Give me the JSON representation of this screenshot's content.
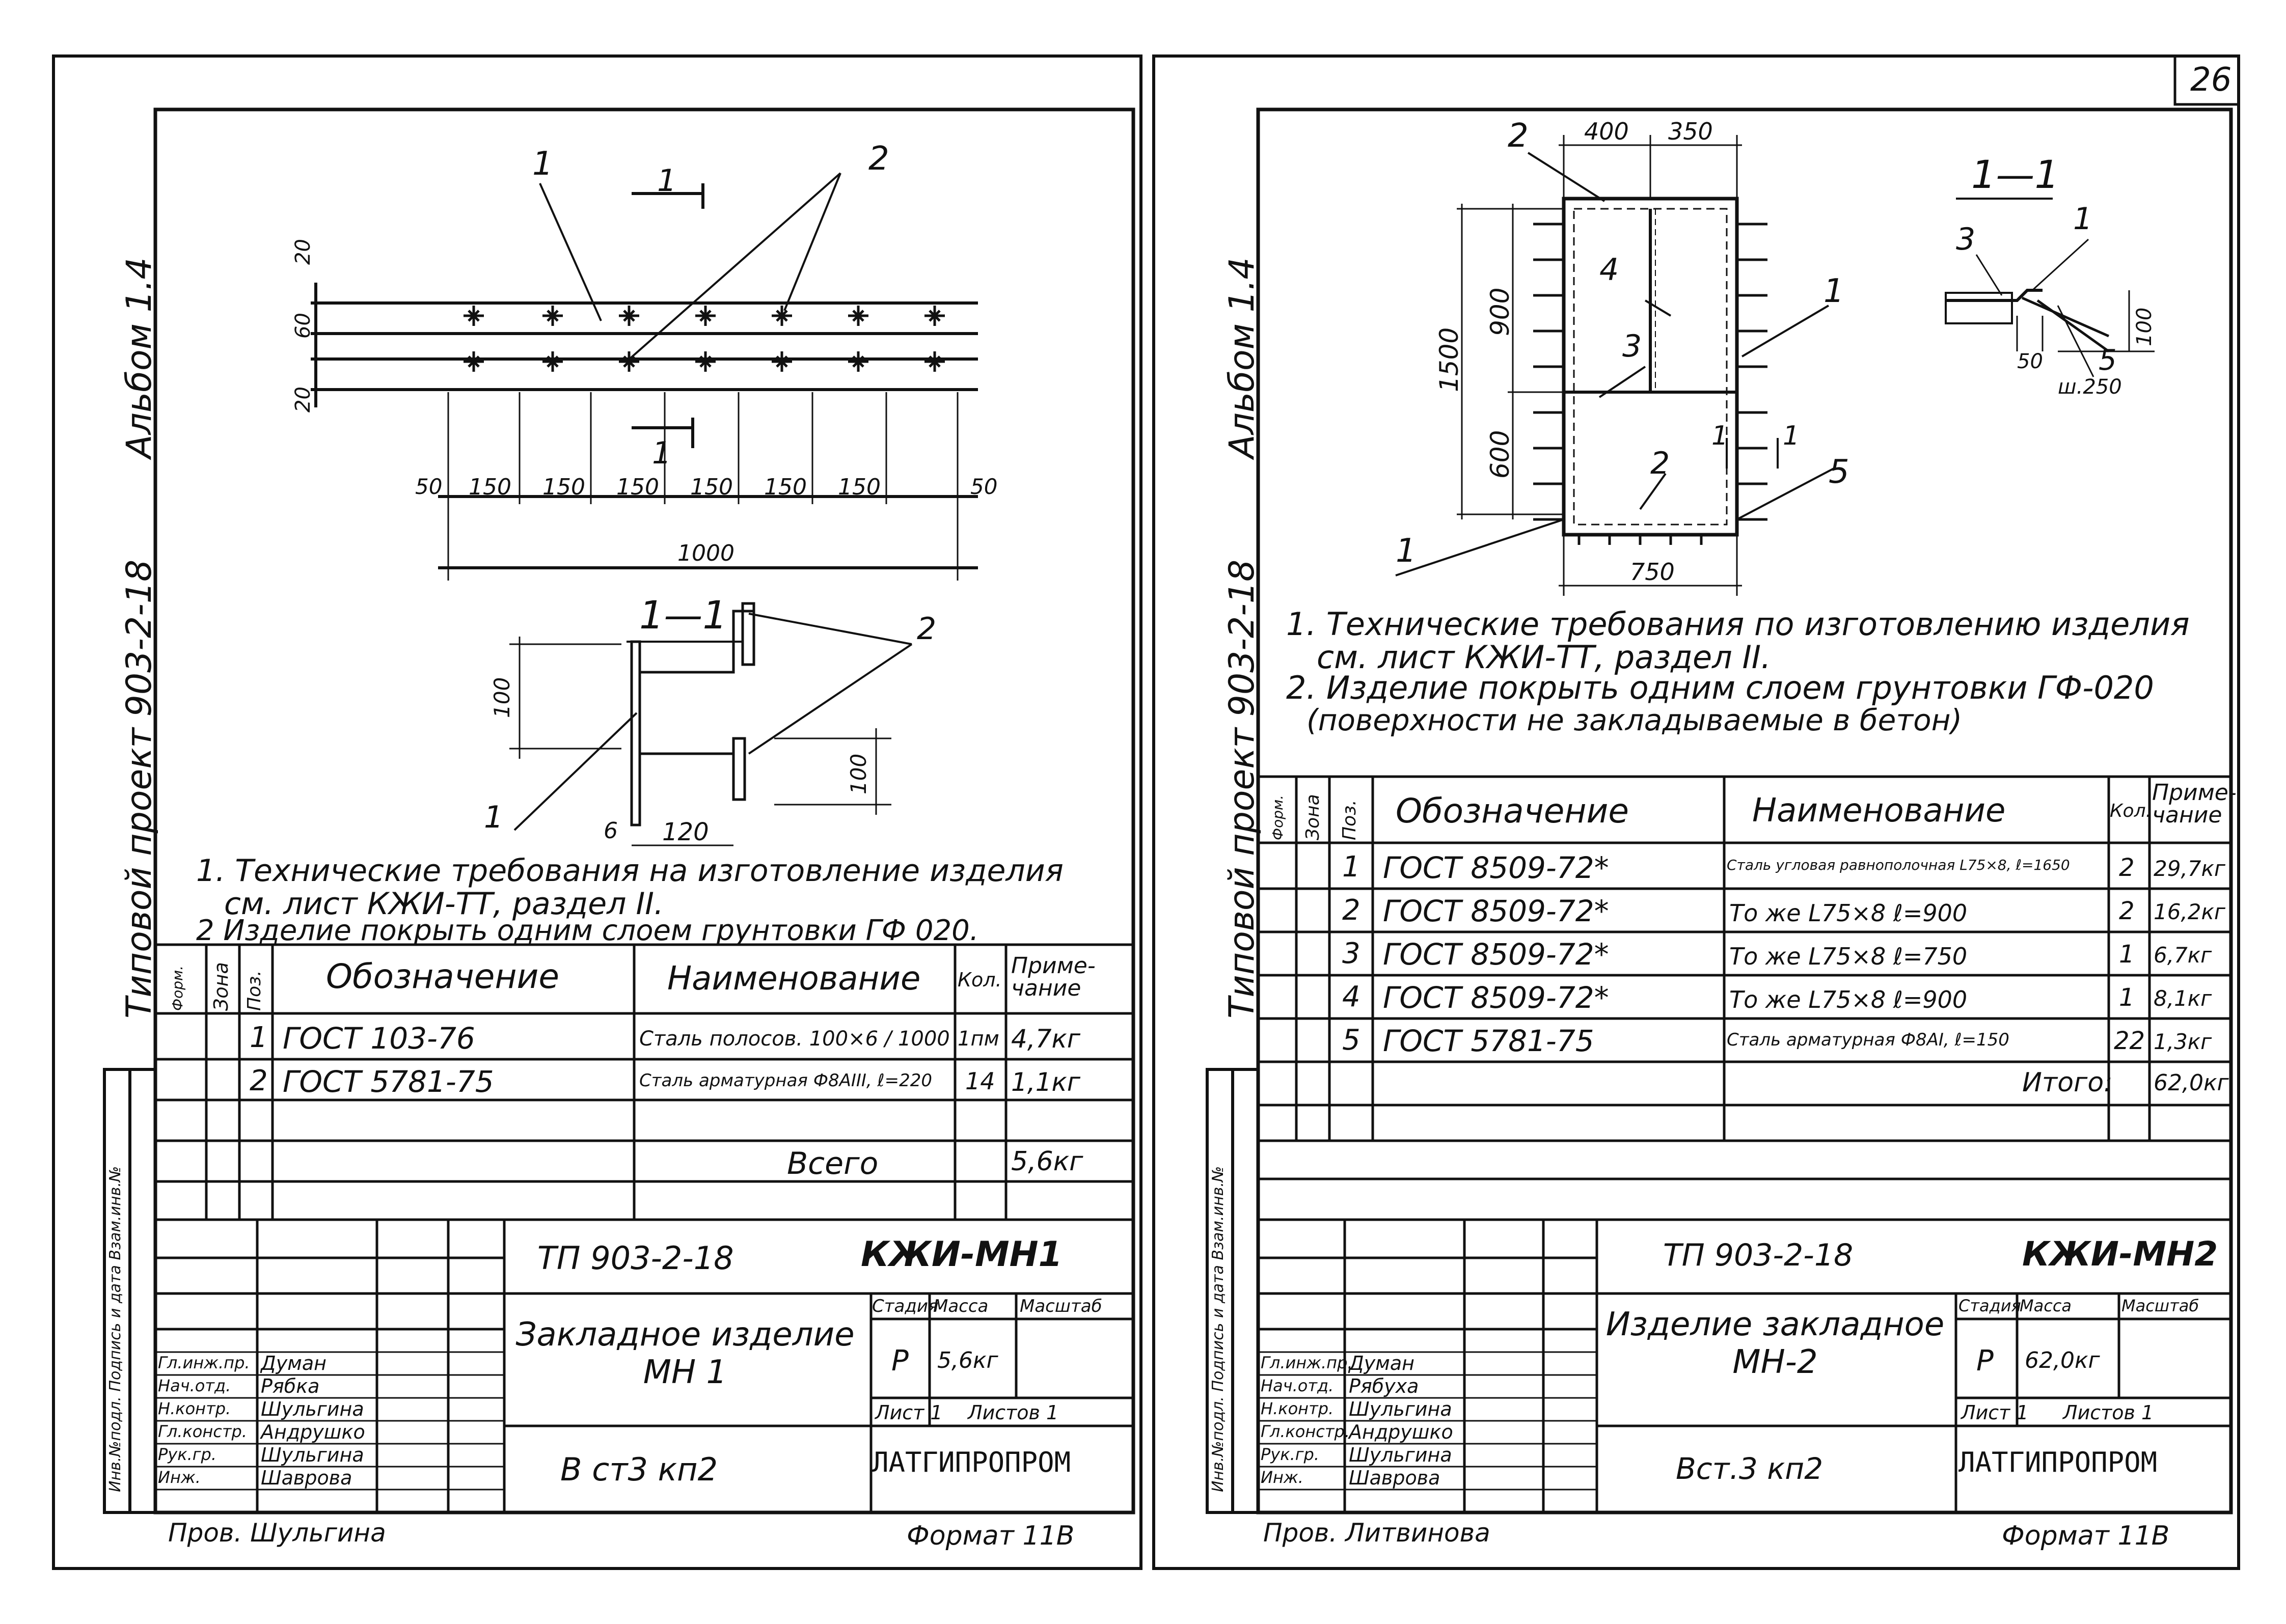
{
  "page_number": "26",
  "colors": {
    "ink": "#111111",
    "paper": "#ffffff"
  },
  "left_sheet": {
    "margin_album": "Альбом 1.4",
    "margin_project": "Типовой  проект  903-2-18",
    "margin_strip": "Инв.№подл. Подпись и дата Взам.инв.№",
    "plan": {
      "dims_left": [
        "20",
        "60",
        "20"
      ],
      "dims_bottom": [
        "50",
        "150",
        "150",
        "150",
        "150",
        "150",
        "150",
        "50"
      ],
      "total": "1000",
      "callouts": [
        "1",
        "2"
      ],
      "section_mark": "1"
    },
    "section": {
      "title": "1—1",
      "dims": [
        "100",
        "100",
        "6",
        "120"
      ],
      "callouts": [
        "1",
        "2"
      ]
    },
    "notes": [
      "1. Технические требования на изготовление изделия",
      "см. лист КЖИ-ТТ, раздел II.",
      "2  Изделие покрыть одним слоем грунтовки ГФ 020."
    ],
    "spec": {
      "headers": {
        "form": "Форм.",
        "zone": "Зона",
        "pos": "Поз.",
        "designation": "Обозначение",
        "name": "Наименование",
        "qty": "Кол.",
        "note": "Приме-чание"
      },
      "rows": [
        {
          "pos": "1",
          "designation": "ГОСТ 103-76",
          "name": "Сталь полосов. 100×6 / 1000",
          "qty": "1пм",
          "note": "4,7кг"
        },
        {
          "pos": "2",
          "designation": "ГОСТ 5781-75",
          "name": "Сталь арматурная Ф8АIII, ℓ=220",
          "qty": "14",
          "note": "1,1кг"
        }
      ],
      "total_label": "Всего",
      "total_value": "5,6кг"
    },
    "title_block": {
      "code": "ТП 903-2-18",
      "sheet_code": "КЖИ-МН1",
      "name": "Закладное изделие МН 1",
      "stage_label": "Стадия",
      "mass_label": "Масса",
      "scale_label": "Масштаб",
      "stage": "Р",
      "mass": "5,6кг",
      "sheet_label": "Лист 1",
      "sheets_label": "Листов 1",
      "material": "В ст3 кп2",
      "org": "ЛАТГИПРОПРОМ",
      "format": "Формат 11В",
      "roles": [
        "Гл.инж.пр.",
        "Нач.отд.",
        "Н.контр.",
        "Гл.констр.",
        "Рук.гр.",
        "Инж."
      ],
      "names": [
        "Думан",
        "Рябка",
        "Шульгина",
        "Андрушко",
        "Шульгина",
        "Шаврова"
      ],
      "checked": "Пров. Шульгина"
    }
  },
  "right_sheet": {
    "margin_album": "Альбом 1.4",
    "margin_project": "Типовой  проект  903-2-18",
    "margin_strip": "Инв.№подл. Подпись и дата Взам.инв.№",
    "plan": {
      "dims_top": [
        "400",
        "350"
      ],
      "dims_left": [
        "1500",
        "900",
        "600"
      ],
      "dims_bottom": [
        "750"
      ],
      "callouts": [
        "1",
        "2",
        "3",
        "4",
        "5"
      ],
      "section_mark": "1"
    },
    "section": {
      "title": "1—1",
      "dims": [
        "50",
        "100",
        "ш.250"
      ],
      "callouts": [
        "1",
        "3",
        "5"
      ]
    },
    "notes": [
      "1. Технические требования по изготовлению изделия",
      "см. лист КЖИ-ТТ, раздел II.",
      "2. Изделие покрыть одним слоем грунтовки ГФ-020",
      "(поверхности не закладываемые в бетон)"
    ],
    "spec": {
      "headers": {
        "form": "Форм.",
        "zone": "Зона",
        "pos": "Поз.",
        "designation": "Обозначение",
        "name": "Наименование",
        "qty": "Кол.",
        "note": "Приме-чание"
      },
      "rows": [
        {
          "pos": "1",
          "designation": "ГОСТ 8509-72*",
          "name": "Сталь угловая равнополочная L75×8, ℓ=1650",
          "qty": "2",
          "note": "29,7кг"
        },
        {
          "pos": "2",
          "designation": "ГОСТ 8509-72*",
          "name": "То же   L75×8  ℓ=900",
          "qty": "2",
          "note": "16,2кг"
        },
        {
          "pos": "3",
          "designation": "ГОСТ 8509-72*",
          "name": "То же   L75×8  ℓ=750",
          "qty": "1",
          "note": "6,7кг"
        },
        {
          "pos": "4",
          "designation": "ГОСТ 8509-72*",
          "name": "То же   L75×8  ℓ=900",
          "qty": "1",
          "note": "8,1кг"
        },
        {
          "pos": "5",
          "designation": "ГОСТ 5781-75",
          "name": "Сталь арматурная Ф8АI, ℓ=150",
          "qty": "22",
          "note": "1,3кг"
        }
      ],
      "total_label": "Итого:",
      "total_value": "62,0кг"
    },
    "title_block": {
      "code": "ТП 903-2-18",
      "sheet_code": "КЖИ-МН2",
      "name": "Изделие закладное МН-2",
      "stage_label": "Стадия",
      "mass_label": "Масса",
      "scale_label": "Масштаб",
      "stage": "Р",
      "mass": "62,0кг",
      "sheet_label": "Лист 1",
      "sheets_label": "Листов 1",
      "material": "Вст.3 кп2",
      "org": "ЛАТГИПРОПРОМ",
      "format": "Формат 11В",
      "roles": [
        "Гл.инж.пр.",
        "Нач.отд.",
        "Н.контр.",
        "Гл.констр.",
        "Рук.гр.",
        "Инж."
      ],
      "names": [
        "Думан",
        "Рябуха",
        "Шульгина",
        "Андрушко",
        "Шульгина",
        "Шаврова"
      ],
      "checked": "Пров. Литвинова"
    }
  }
}
